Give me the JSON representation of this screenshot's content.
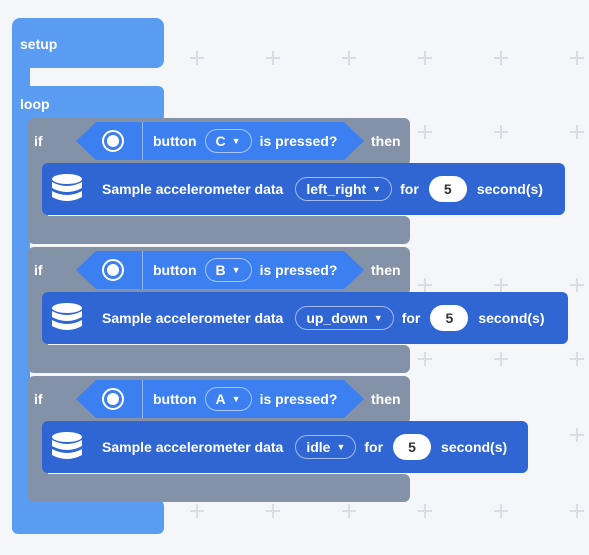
{
  "blocks": {
    "setup_label": "setup",
    "loop_label": "loop",
    "ifs": [
      {
        "if_label": "if",
        "cond_button_label": "button",
        "cond_button_value": "C",
        "cond_suffix": "is pressed?",
        "then_label": "then",
        "cmd_label": "Sample accelerometer data",
        "cmd_dropdown": "left_right",
        "cmd_for": "for",
        "cmd_value": "5",
        "cmd_unit": "second(s)"
      },
      {
        "if_label": "if",
        "cond_button_label": "button",
        "cond_button_value": "B",
        "cond_suffix": "is pressed?",
        "then_label": "then",
        "cmd_label": "Sample accelerometer data",
        "cmd_dropdown": "up_down",
        "cmd_for": "for",
        "cmd_value": "5",
        "cmd_unit": "second(s)"
      },
      {
        "if_label": "if",
        "cond_button_label": "button",
        "cond_button_value": "A",
        "cond_suffix": "is pressed?",
        "then_label": "then",
        "cmd_label": "Sample accelerometer data",
        "cmd_dropdown": "idle",
        "cmd_for": "for",
        "cmd_value": "5",
        "cmd_unit": "second(s)"
      }
    ]
  },
  "colors": {
    "outer_blue": "#5b9cf3",
    "if_gray": "#8492a8",
    "condition_blue": "#3c7ff0",
    "command_blue": "#2f66d4",
    "canvas": "#f4f6f9"
  },
  "icons": {
    "radio": "radio-icon",
    "data_stack": "database-icon",
    "dropdown": "caret-down-icon"
  }
}
